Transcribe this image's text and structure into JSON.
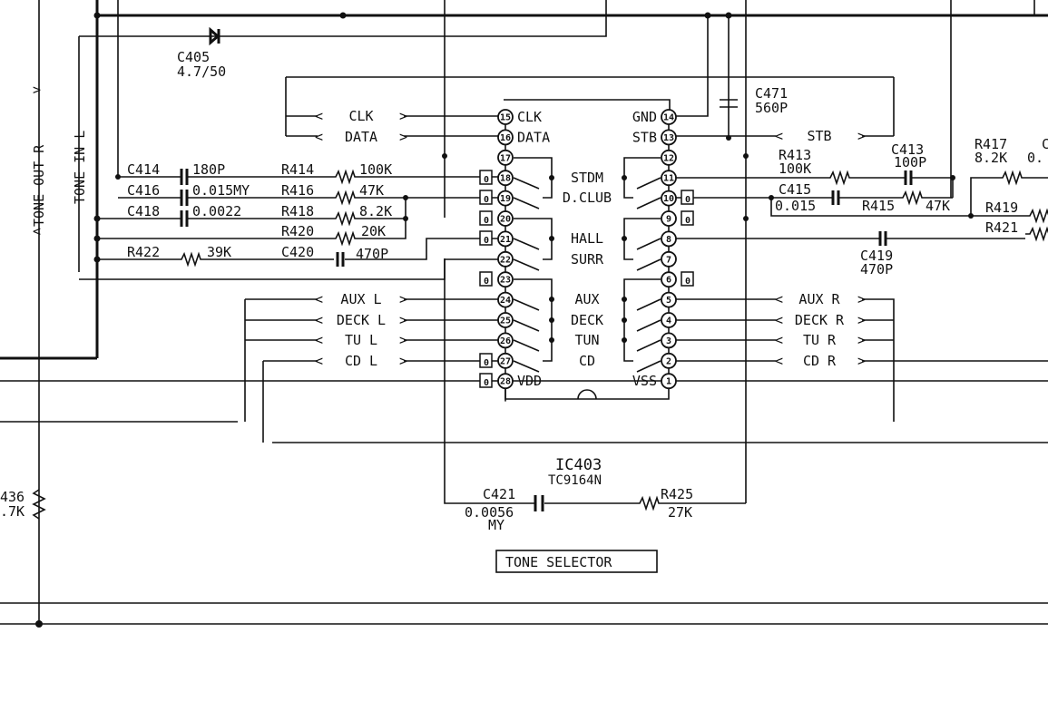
{
  "title": "TONE SELECTOR",
  "ic": {
    "ref": "IC403",
    "part": "TC9164N",
    "left_pins": [
      {
        "num": "15",
        "label": "CLK"
      },
      {
        "num": "16",
        "label": "DATA"
      },
      {
        "num": "17",
        "label": ""
      },
      {
        "num": "18",
        "label": ""
      },
      {
        "num": "19",
        "label": ""
      },
      {
        "num": "20",
        "label": ""
      },
      {
        "num": "21",
        "label": ""
      },
      {
        "num": "22",
        "label": ""
      },
      {
        "num": "23",
        "label": ""
      },
      {
        "num": "24",
        "label": ""
      },
      {
        "num": "25",
        "label": ""
      },
      {
        "num": "26",
        "label": ""
      },
      {
        "num": "27",
        "label": ""
      },
      {
        "num": "28",
        "label": "VDD"
      }
    ],
    "right_pins": [
      {
        "num": "14",
        "label": "GND"
      },
      {
        "num": "13",
        "label": "STB"
      },
      {
        "num": "12",
        "label": ""
      },
      {
        "num": "11",
        "label": ""
      },
      {
        "num": "10",
        "label": ""
      },
      {
        "num": "9",
        "label": ""
      },
      {
        "num": "8",
        "label": ""
      },
      {
        "num": "7",
        "label": ""
      },
      {
        "num": "6",
        "label": ""
      },
      {
        "num": "5",
        "label": ""
      },
      {
        "num": "4",
        "label": ""
      },
      {
        "num": "3",
        "label": ""
      },
      {
        "num": "2",
        "label": ""
      },
      {
        "num": "1",
        "label": "VSS"
      }
    ],
    "switch_labels": [
      "STDM",
      "D.CLUB",
      "HALL",
      "SURR",
      "AUX",
      "DECK",
      "TUN",
      "CD"
    ],
    "zero_marker": "0"
  },
  "connectors": {
    "left": [
      "CLK",
      "DATA",
      "AUX L",
      "DECK L",
      "TU L",
      "CD L"
    ],
    "right": [
      "STB",
      "AUX R",
      "DECK R",
      "TU R",
      "CD R"
    ],
    "vertical": [
      "TONE OUT R",
      "TONE IN L"
    ]
  },
  "components": {
    "c405": {
      "ref": "C405",
      "value": "4.7/50"
    },
    "c471": {
      "ref": "C471",
      "value": "560P"
    },
    "c414": {
      "ref": "C414",
      "value": "180P"
    },
    "c416": {
      "ref": "C416",
      "value": "0.015MY"
    },
    "c418": {
      "ref": "C418",
      "value": "0.0022"
    },
    "r414": {
      "ref": "R414",
      "value": "100K"
    },
    "r416": {
      "ref": "R416",
      "value": "47K"
    },
    "r418": {
      "ref": "R418",
      "value": "8.2K"
    },
    "r420": {
      "ref": "R420",
      "value": "20K"
    },
    "r422": {
      "ref": "R422",
      "value": "39K"
    },
    "c420": {
      "ref": "C420",
      "value": "470P"
    },
    "r413": {
      "ref": "R413",
      "value": "100K"
    },
    "c413": {
      "ref": "C413",
      "value": "100P"
    },
    "c415": {
      "ref": "C415",
      "value": "0.015"
    },
    "r415": {
      "ref": "R415",
      "value": "47K"
    },
    "r417": {
      "ref": "R417",
      "value": "8.2K"
    },
    "c417_partial": {
      "ref": "C",
      "value": "0."
    },
    "r419": {
      "ref": "R419"
    },
    "r421": {
      "ref": "R421"
    },
    "c419": {
      "ref": "C419",
      "value": "470P"
    },
    "c421": {
      "ref": "C421",
      "value": "0.0056",
      "value2": "MY"
    },
    "r425": {
      "ref": "R425",
      "value": "27K"
    },
    "r436": {
      "ref": "436",
      "value": ".7K"
    }
  }
}
